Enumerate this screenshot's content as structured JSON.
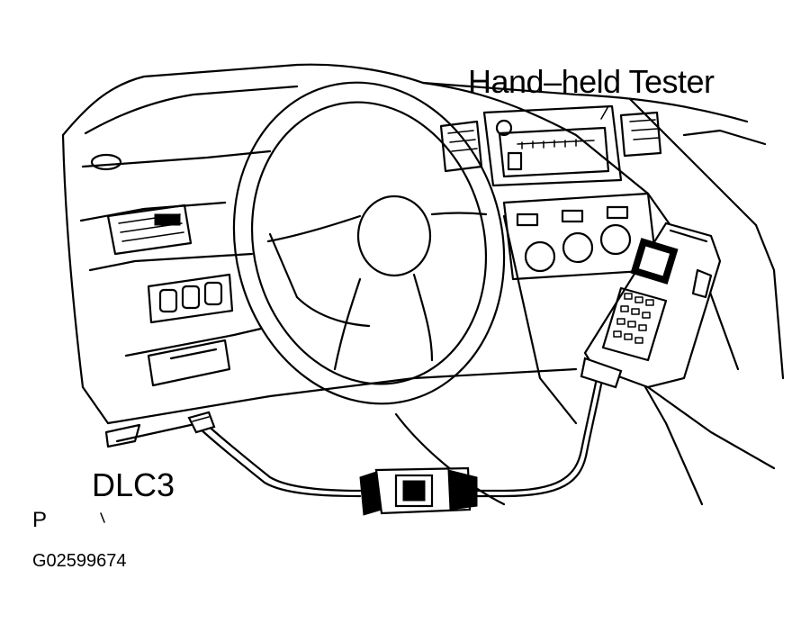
{
  "labels": {
    "tester": "Hand–held Tester",
    "dlc3": "DLC3",
    "p": "P",
    "figure_id": "G02599674"
  },
  "colors": {
    "line": "#000000",
    "background": "#ffffff"
  }
}
